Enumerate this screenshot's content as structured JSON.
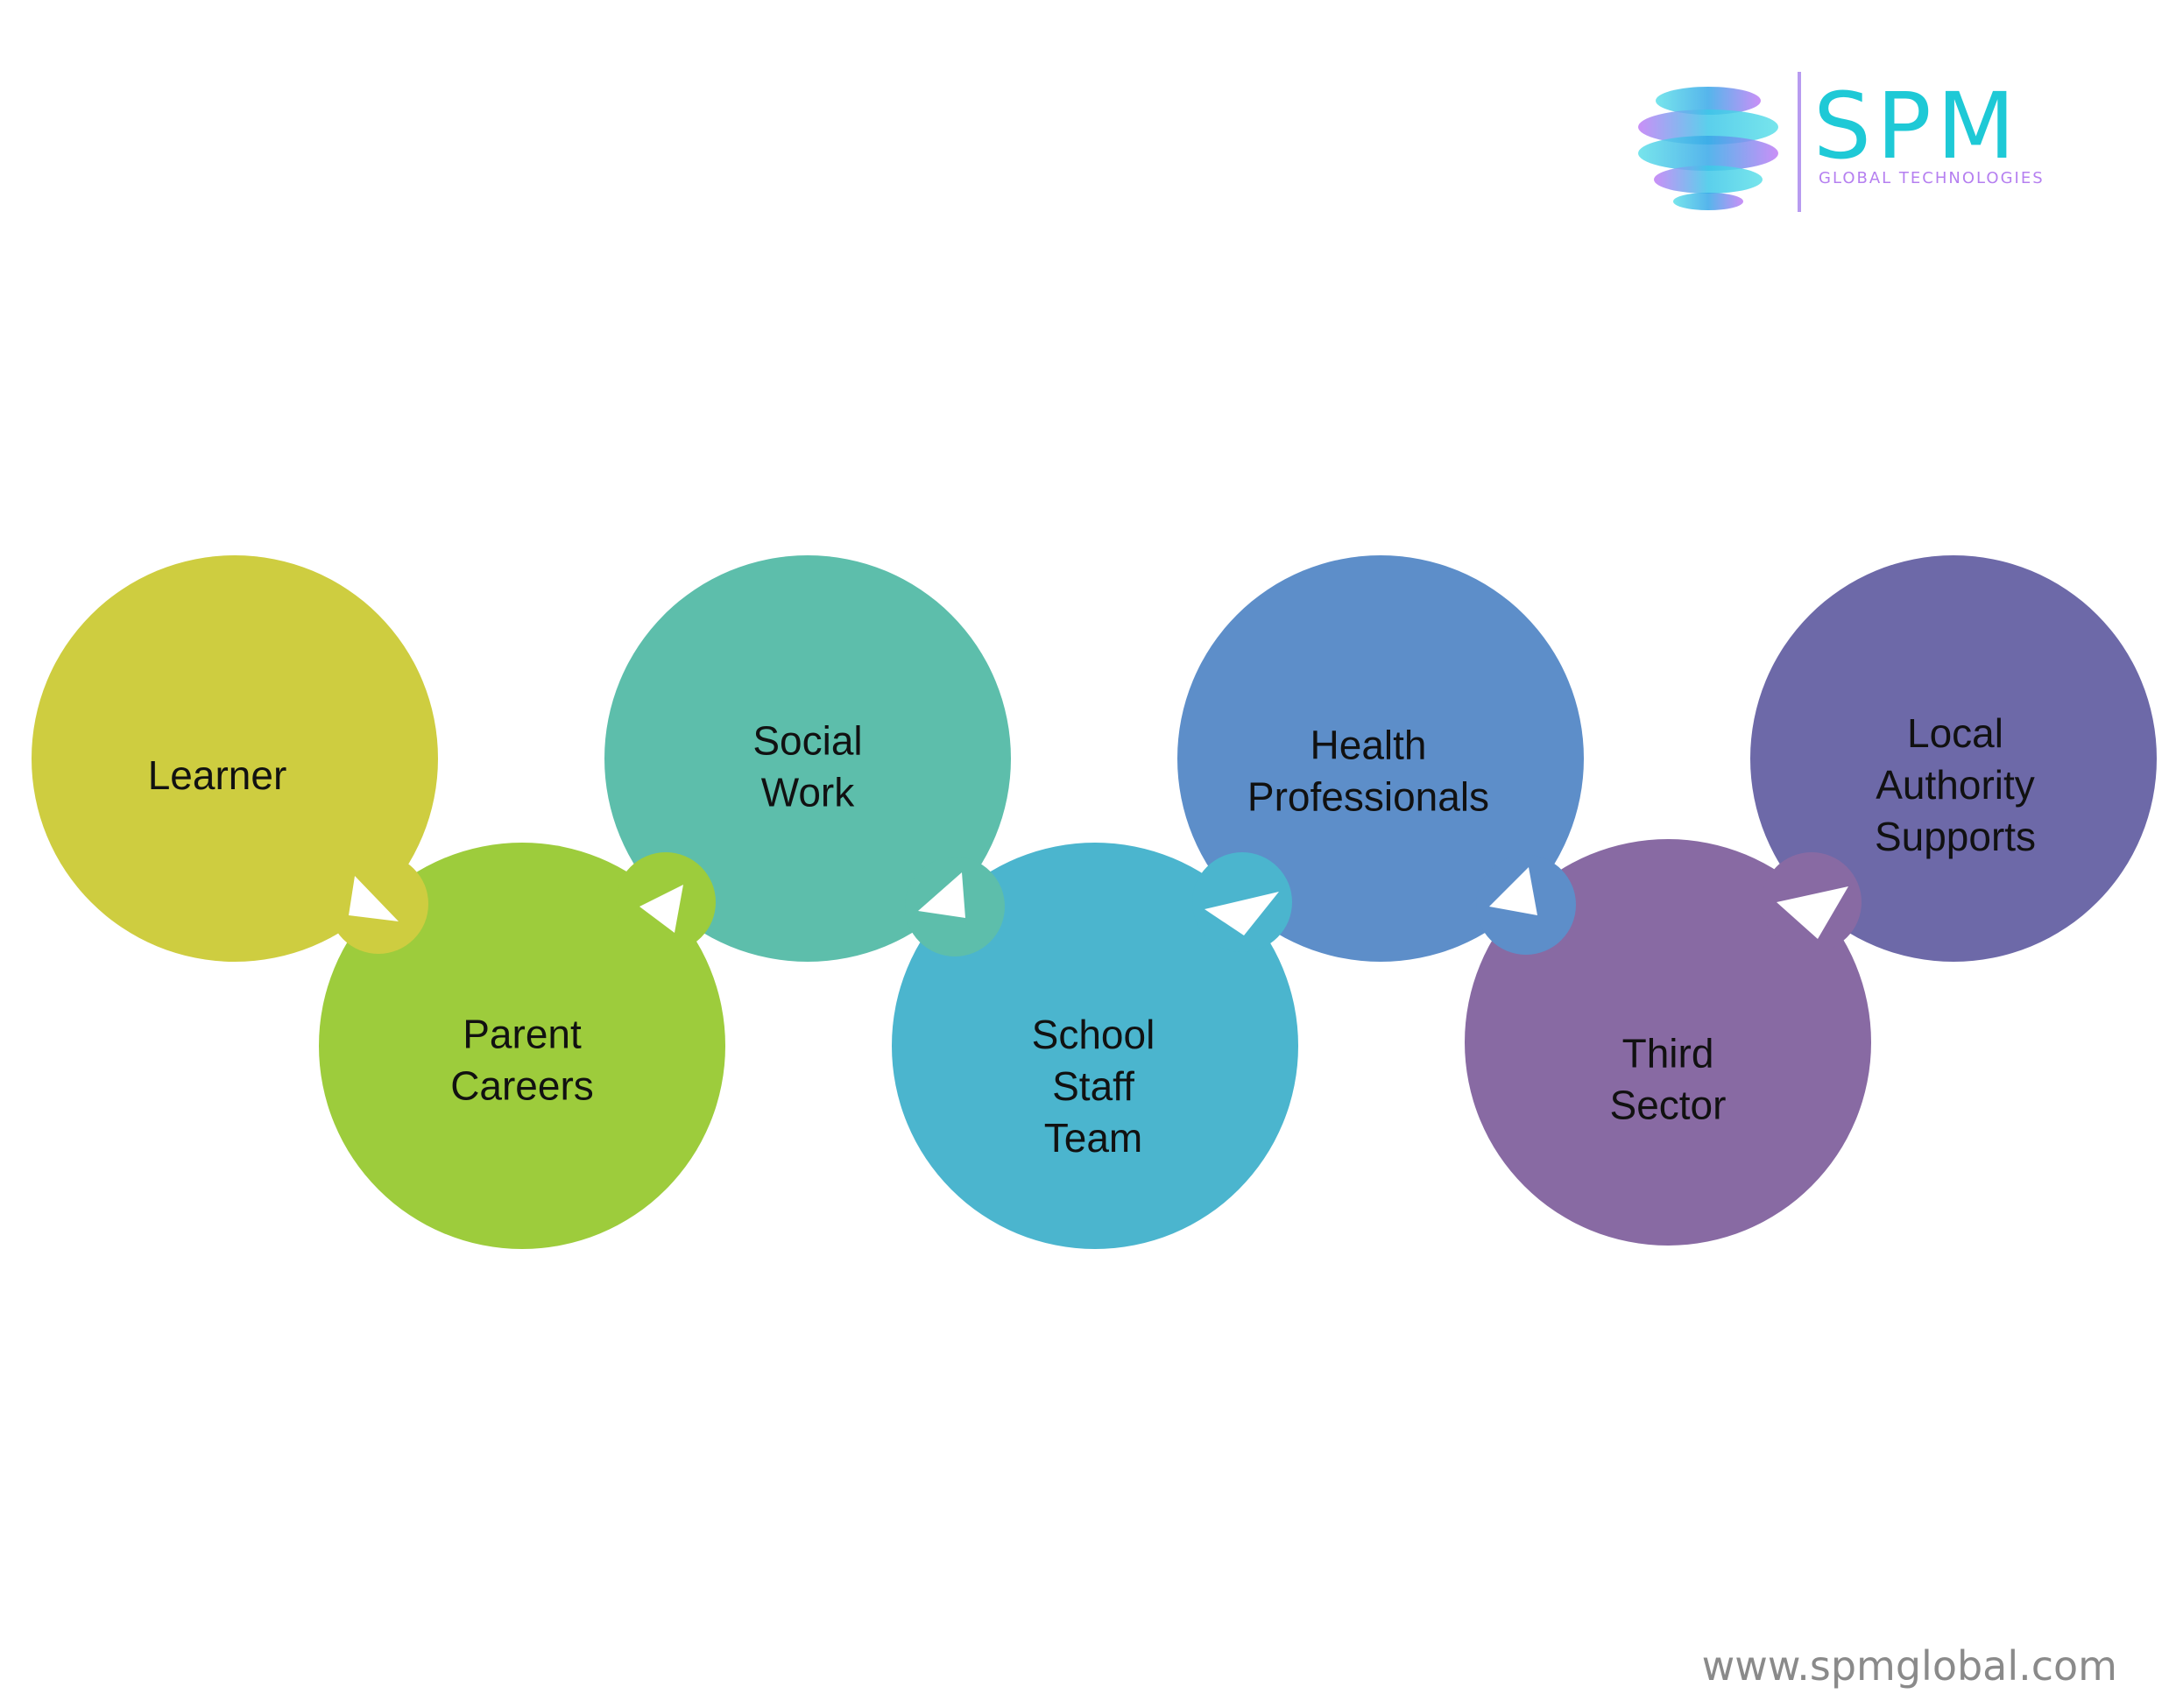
{
  "logo": {
    "title": "SPM",
    "subtitle": "GLOBAL TECHNOLOGIES",
    "accent": "#1ec9d6",
    "secondary": "#b57ff0"
  },
  "steps": [
    {
      "lines": [
        "Learner"
      ],
      "color": "#cecd40"
    },
    {
      "lines": [
        "Parent",
        "Careers"
      ],
      "color": "#9dcc3c"
    },
    {
      "lines": [
        "Social",
        "Work"
      ],
      "color": "#5dbeab"
    },
    {
      "lines": [
        "School",
        "Staff",
        "Team"
      ],
      "color": "#4bb5ce"
    },
    {
      "lines": [
        "Health",
        "Professionals"
      ],
      "color": "#5d8ec9"
    },
    {
      "lines": [
        "Third",
        "Sector"
      ],
      "color": "#886aa3"
    },
    {
      "lines": [
        "Local",
        "Authority",
        "Supports"
      ],
      "color": "#6d69a8"
    }
  ],
  "footer": {
    "url": "www.spmglobal.com"
  }
}
